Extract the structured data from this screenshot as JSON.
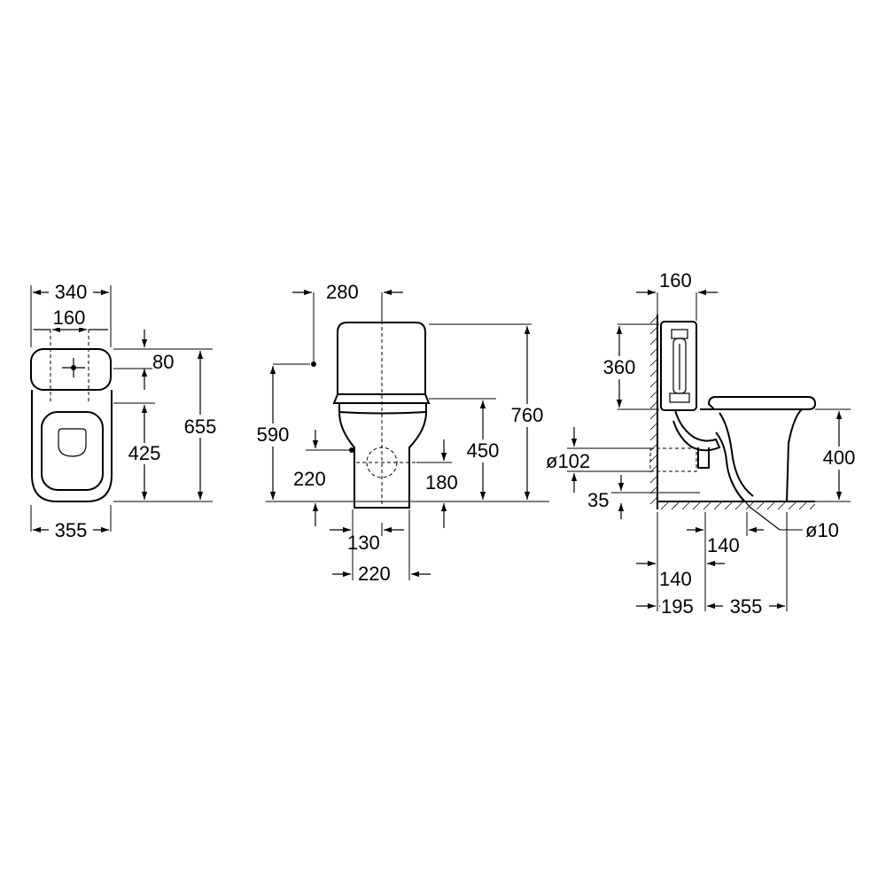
{
  "views": {
    "top": {
      "labels": {
        "width_340": "340",
        "fix_160": "160",
        "depth_80": "80",
        "bowl_425": "425",
        "length_655": "655",
        "base_355": "355"
      }
    },
    "front": {
      "labels": {
        "top_280": "280",
        "inlet_590": "590",
        "height_760": "760",
        "seat_450": "450",
        "side_220": "220",
        "outlet_180": "180",
        "foot_130": "130",
        "base_220": "220"
      }
    },
    "side": {
      "labels": {
        "tank_160": "160",
        "tank_360": "360",
        "seat_400": "400",
        "pipe_o102": "ø102",
        "floor_35": "35",
        "foot_140a": "140",
        "screw_o10": "ø10",
        "wall_140": "140",
        "wall_195": "195",
        "axis_355": "355"
      }
    }
  }
}
